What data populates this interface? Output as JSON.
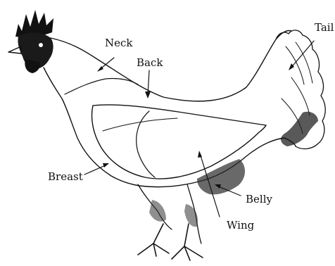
{
  "labels": {
    "neck": "Neck",
    "back": "Back",
    "tail": "Tail",
    "breast": "Breast",
    "belly": "Belly",
    "wing": "Wing"
  }
}
